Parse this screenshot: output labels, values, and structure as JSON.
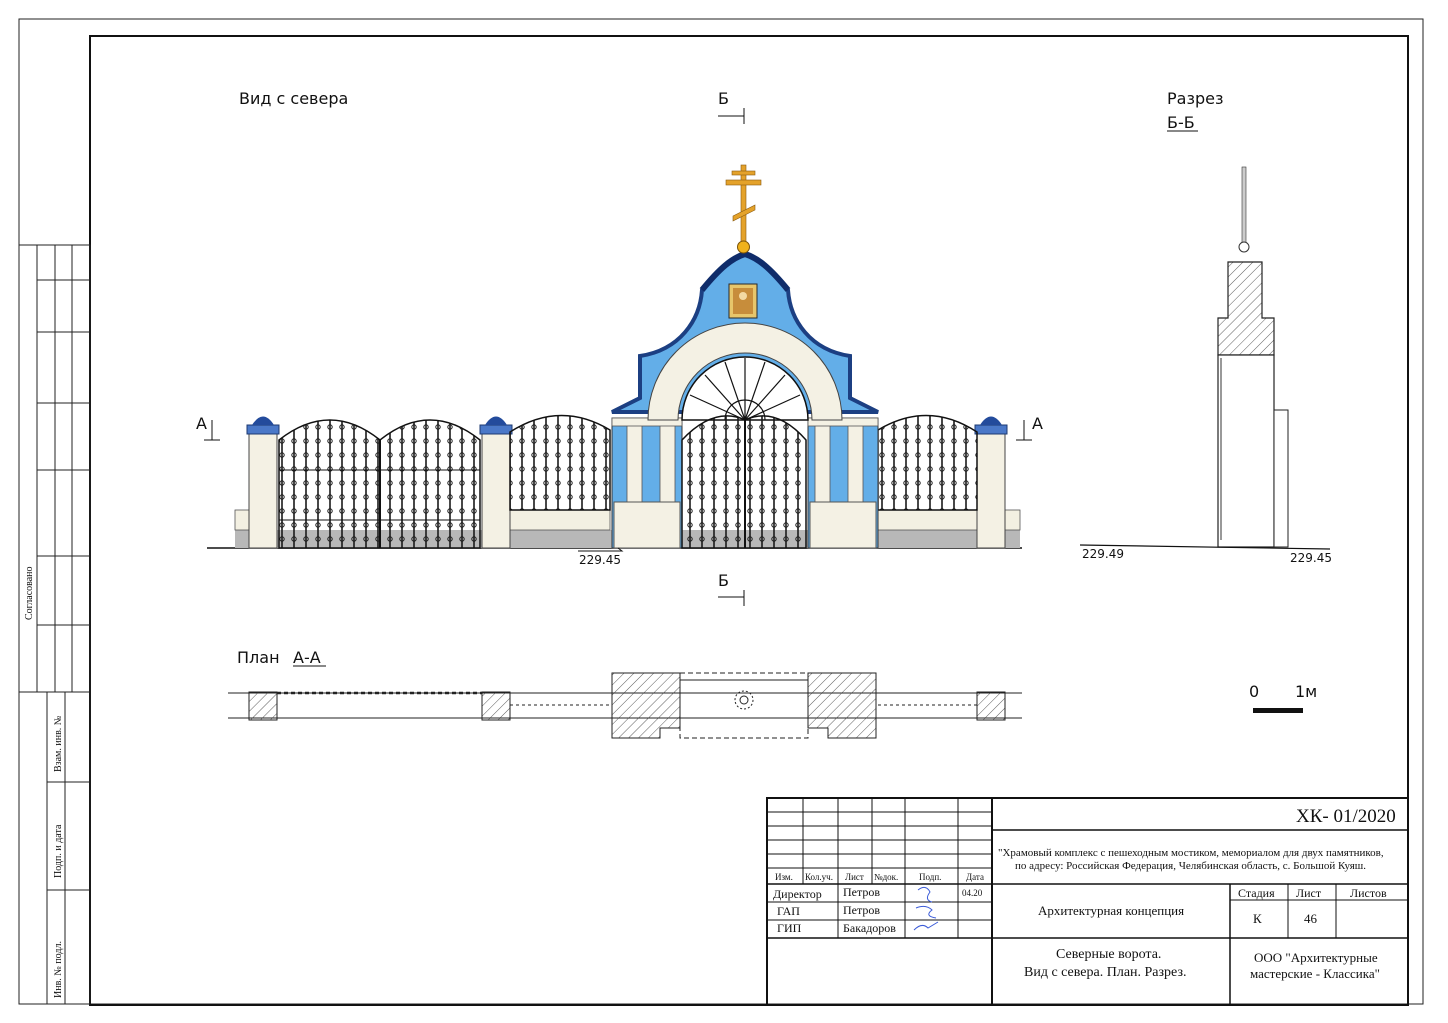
{
  "views": {
    "north_title": "Вид с севера",
    "section_title": "Разрез",
    "section_sub": "Б-Б",
    "plan_title": "План",
    "plan_sub": "А-А",
    "cut_b": "Б",
    "cut_a": "А"
  },
  "elevations": {
    "facade": "229.45",
    "section_left": "229.49",
    "section_right": "229.45"
  },
  "scale": {
    "zero": "0",
    "one": "1м"
  },
  "side_stamp": {
    "agreed": "Согласовано",
    "vzam": "Взам. инв. №",
    "podp": "Подп. и дата",
    "inv": "Инв. № подл."
  },
  "title_block": {
    "code": "ХК- 01/2020",
    "project_line1": "\"Храмовый комплекс с пешеходным мостиком, мемориалом для двух памятников,",
    "project_line2": "по адресу: Российская Федерация, Челябинская область, с. Большой Куяш.",
    "headers": {
      "izm": "Изм.",
      "kol": "Кол.уч.",
      "list": "Лист",
      "ndoc": "№док.",
      "podp": "Подп.",
      "data": "Дата"
    },
    "rows": [
      {
        "role": "Директор",
        "name": "Петров",
        "date": "04.20"
      },
      {
        "role": "ГАП",
        "name": "Петров",
        "date": ""
      },
      {
        "role": "ГИП",
        "name": "Бакадоров",
        "date": ""
      }
    ],
    "stage_label": "Архитектурная концепция",
    "col_stage": "Стадия",
    "col_sheet": "Лист",
    "col_sheets": "Листов",
    "stage_value": "К",
    "sheet_value": "46",
    "sheets_value": "",
    "drawing_line1": "Северные ворота.",
    "drawing_line2": "Вид с севера. План. Разрез.",
    "org_line1": "ООО \"Архитектурные",
    "org_line2": "мастерские - Классика\""
  }
}
